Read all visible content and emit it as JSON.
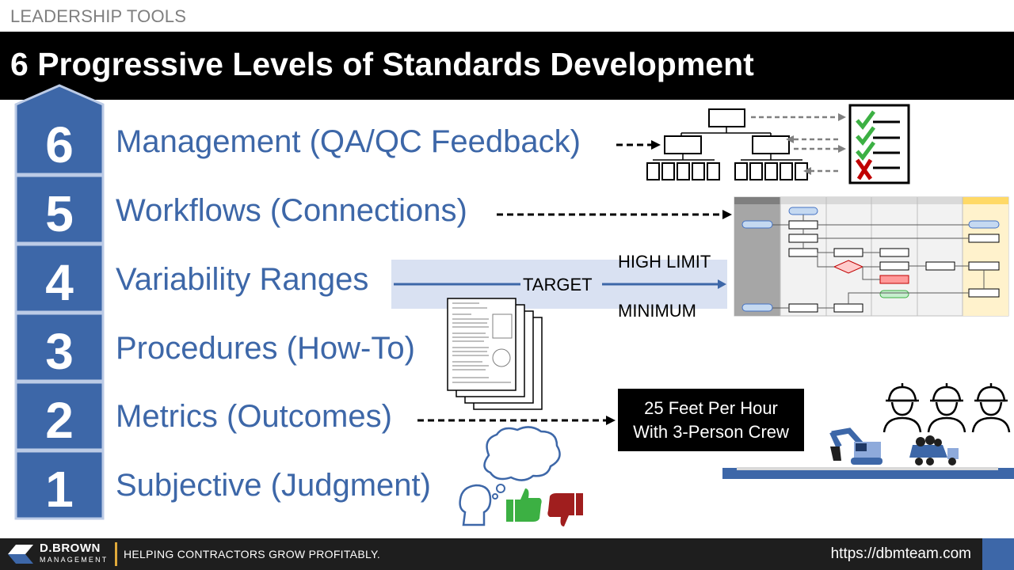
{
  "header": {
    "kicker": "LEADERSHIP TOOLS",
    "title": "6 Progressive Levels of Standards Development"
  },
  "levels": [
    {
      "num": "6",
      "label": "Management (QA/QC Feedback)"
    },
    {
      "num": "5",
      "label": "Workflows (Connections)"
    },
    {
      "num": "4",
      "label": "Variability Ranges"
    },
    {
      "num": "3",
      "label": "Procedures (How-To)"
    },
    {
      "num": "2",
      "label": "Metrics (Outcomes)"
    },
    {
      "num": "1",
      "label": "Subjective (Judgment)"
    }
  ],
  "variability": {
    "high": "HIGH LIMIT",
    "target": "TARGET",
    "min": "MINIMUM"
  },
  "metric": {
    "line1": "25 Feet Per Hour",
    "line2": "With 3-Person Crew"
  },
  "footer": {
    "brand": "D.BROWN",
    "brand_sub": "MANAGEMENT",
    "tagline": "HELPING CONTRACTORS GROW PROFITABLY.",
    "url": "https://dbmteam.com"
  },
  "colors": {
    "accent": "#3d67a8",
    "check": "#3cb043",
    "x_mark": "#c00000",
    "thumbs_up": "#3cb043",
    "thumbs_down": "#a01e1e"
  },
  "icons": [
    "org-chart-icon",
    "checklist-icon",
    "workflow-diagram-icon",
    "document-stack-icon",
    "thought-cloud-icon",
    "head-icon",
    "thumbs-up-icon",
    "thumbs-down-icon",
    "worker-icon",
    "excavator-icon",
    "dump-truck-icon"
  ]
}
